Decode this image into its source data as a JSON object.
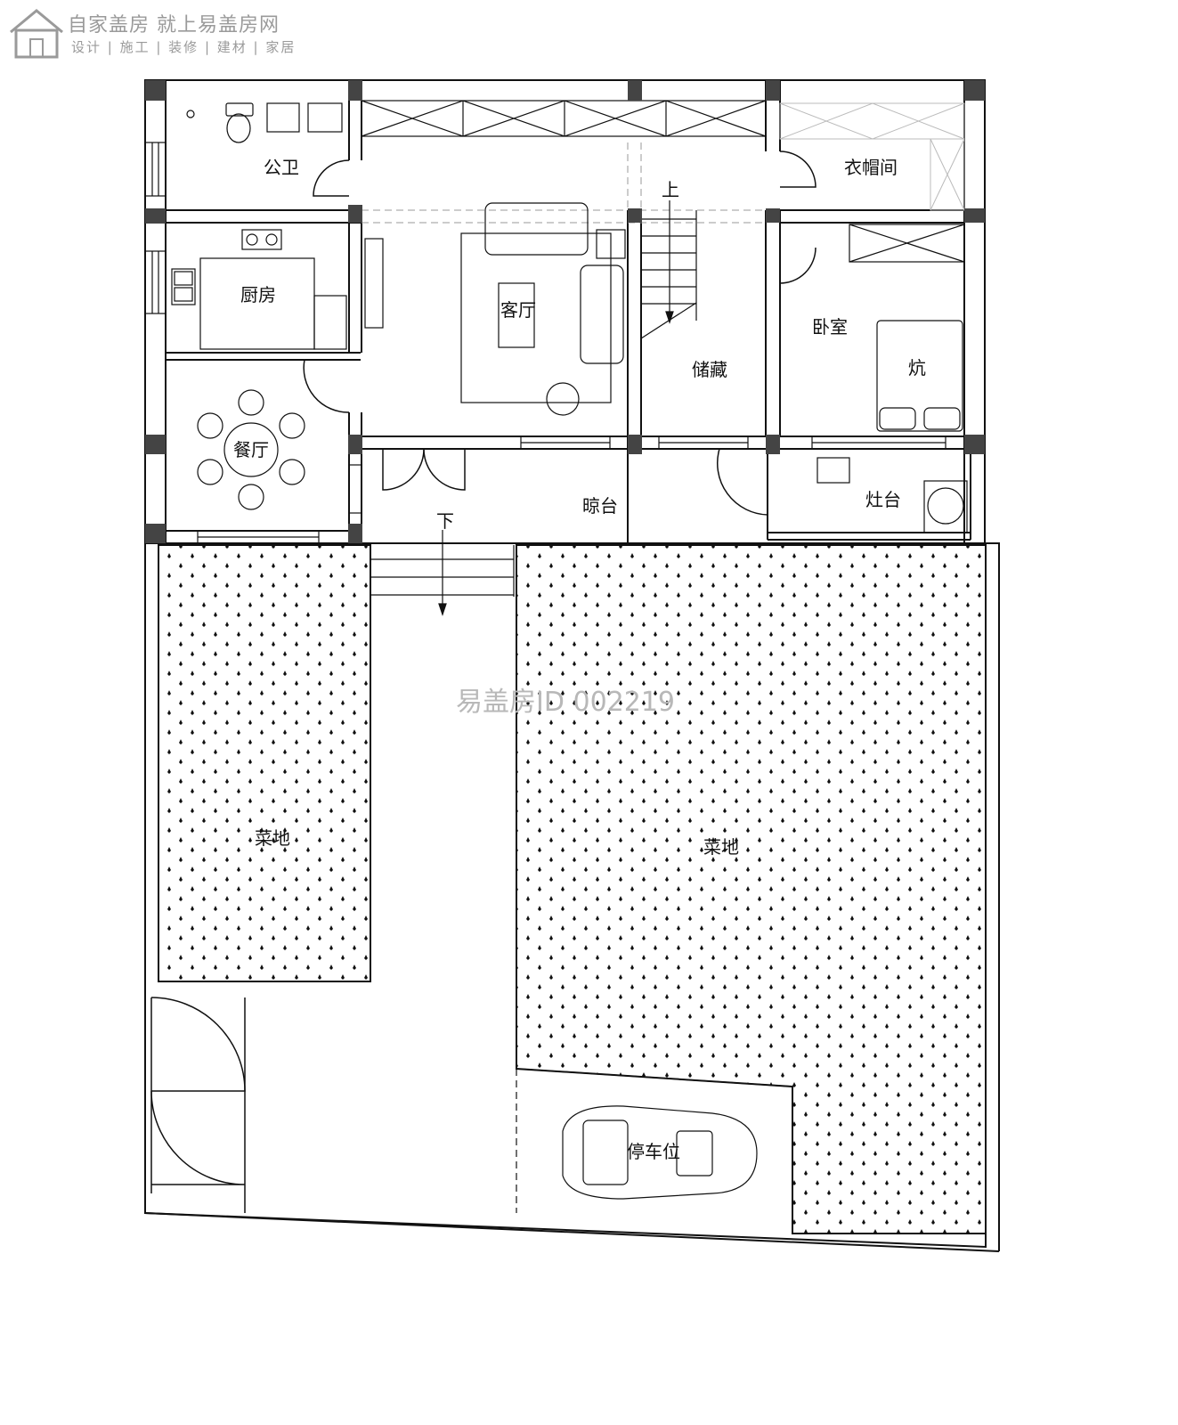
{
  "logo": {
    "line1": "自家盖房 就上易盖房网",
    "line2": "设计 | 施工 | 装修 | 建材 | 家居",
    "icon": "house-logo-icon"
  },
  "watermark": "易盖房ID 002219",
  "rooms": {
    "bathroom": "公卫",
    "closet": "衣帽间",
    "kitchen": "厨房",
    "living": "客厅",
    "bedroom": "卧室",
    "kang": "炕",
    "storage": "储藏",
    "dining": "餐厅",
    "stove": "灶台",
    "drying": "晾台",
    "garden_left": "菜地",
    "garden_right": "菜地",
    "parking": "停车位"
  },
  "stairs": {
    "up": "上",
    "down": "下"
  },
  "colors": {
    "line": "#111111",
    "column": "#444444",
    "watermark": "#b8b8b8",
    "logo": "#9a9a9a"
  }
}
